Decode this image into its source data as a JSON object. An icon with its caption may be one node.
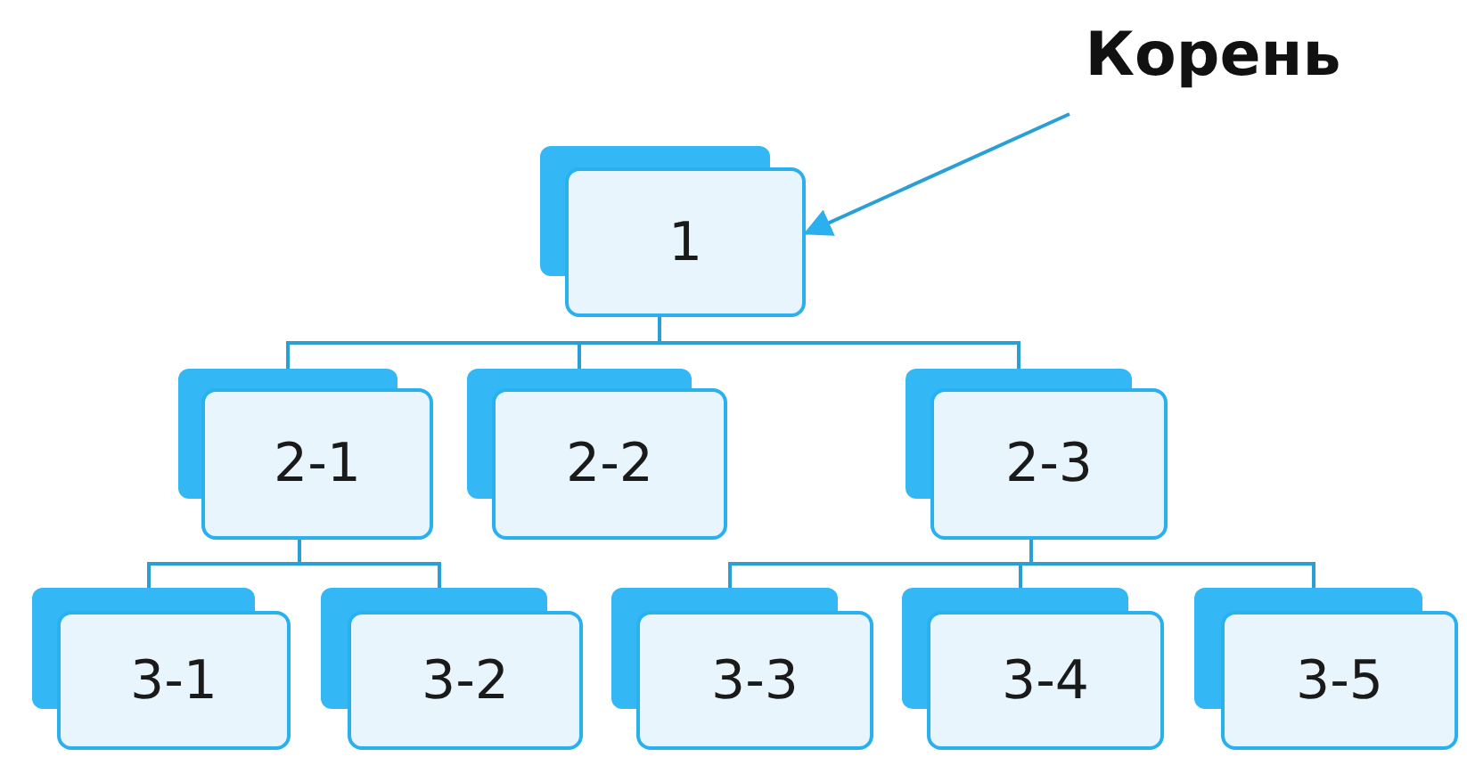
{
  "diagram": {
    "nodes": [
      {
        "text": [
          "Корень"
        ]
      },
      {
        "text": [
          "1"
        ]
      },
      {
        "text": [
          "2-1"
        ]
      },
      {
        "text": [
          "2-2"
        ]
      },
      {
        "text": [
          "2-3"
        ]
      },
      {
        "text": [
          "3-1"
        ]
      },
      {
        "text": [
          "3-2"
        ]
      },
      {
        "text": [
          "3-3"
        ]
      },
      {
        "text": [
          "3-4"
        ]
      },
      {
        "text": [
          "3-5"
        ]
      }
    ],
    "edges": [
      {
        "from": 0,
        "to": 1,
        "arrow": "to"
      },
      {
        "from": 1,
        "to": 2,
        "arrow": "none"
      },
      {
        "from": 1,
        "to": 3,
        "arrow": "none"
      },
      {
        "from": 1,
        "to": 4,
        "arrow": "none"
      },
      {
        "from": 2,
        "to": 5,
        "arrow": "none"
      },
      {
        "from": 2,
        "to": 6,
        "arrow": "none"
      },
      {
        "from": 4,
        "to": 7,
        "arrow": "none"
      },
      {
        "from": 4,
        "to": 8,
        "arrow": "none"
      },
      {
        "from": 4,
        "to": 9,
        "arrow": "none"
      }
    ]
  }
}
